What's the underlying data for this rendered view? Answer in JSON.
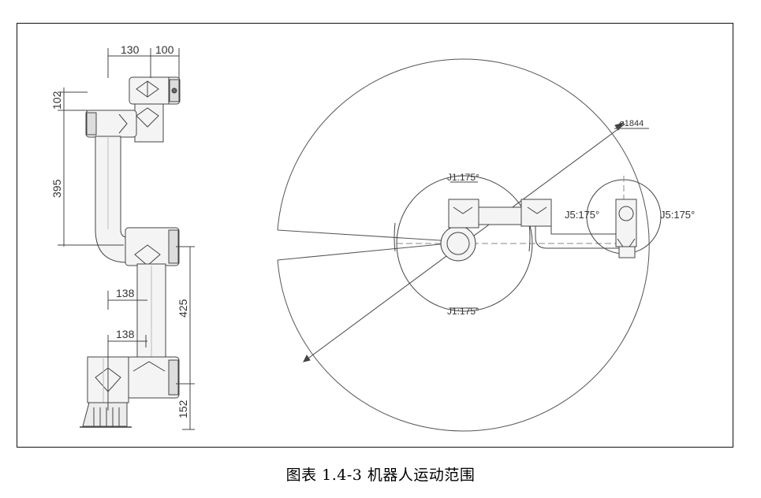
{
  "side_view": {
    "dim_top_130": "130",
    "dim_top_100": "100",
    "dim_102": "102",
    "dim_395": "395",
    "dim_138_upper": "138",
    "dim_425": "425",
    "dim_138_lower": "138",
    "dim_152": "152"
  },
  "top_view": {
    "diameter_label": "ø1844",
    "j1_top": "J1:175°",
    "j1_bottom": "J1:175°",
    "j5_left": "J5:175°",
    "j5_right": "J5:175°"
  },
  "caption": "图表 1.4-3  机器人运动范围"
}
